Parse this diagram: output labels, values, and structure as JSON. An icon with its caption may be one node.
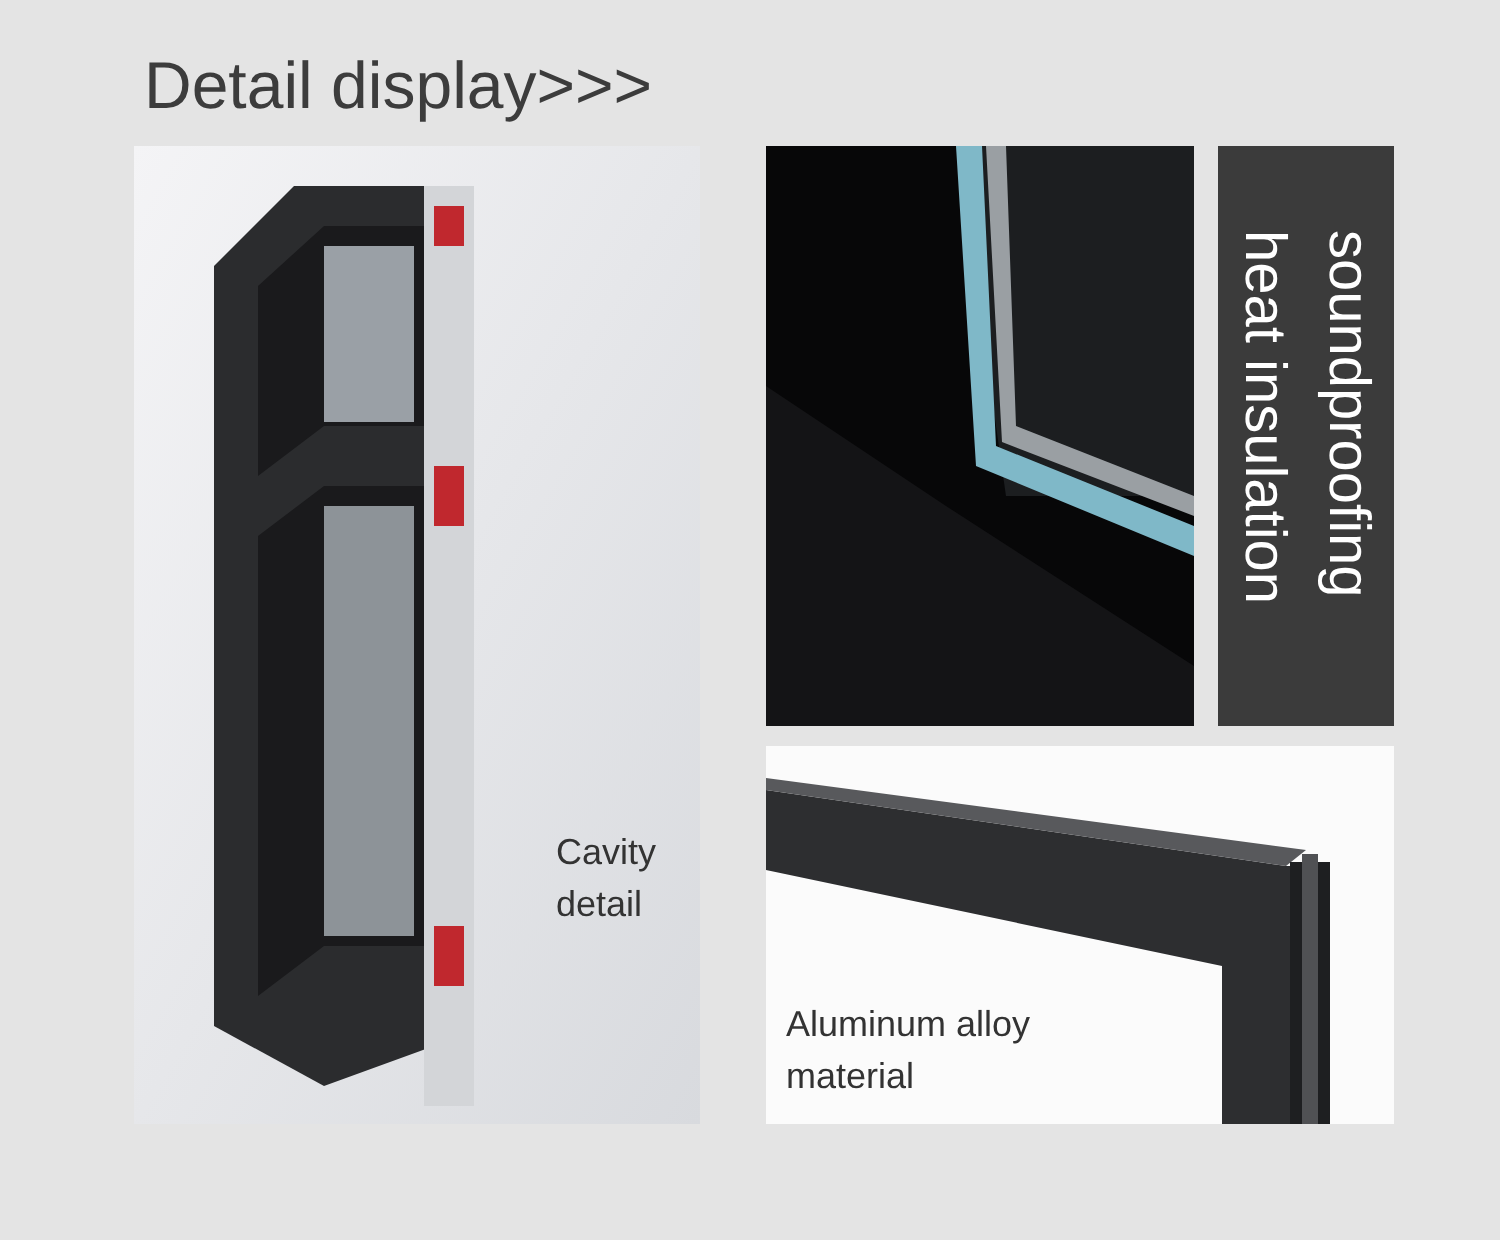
{
  "diagram": {
    "title": "Detail display>>>",
    "nodes": [
      {
        "text": [
          "Cavity detail"
        ]
      },
      {
        "text": [],
        "shape": "picture"
      },
      {
        "text": [
          "soundproofing heat insulation"
        ]
      },
      {
        "text": [
          "Aluminum alloy material"
        ]
      }
    ]
  }
}
